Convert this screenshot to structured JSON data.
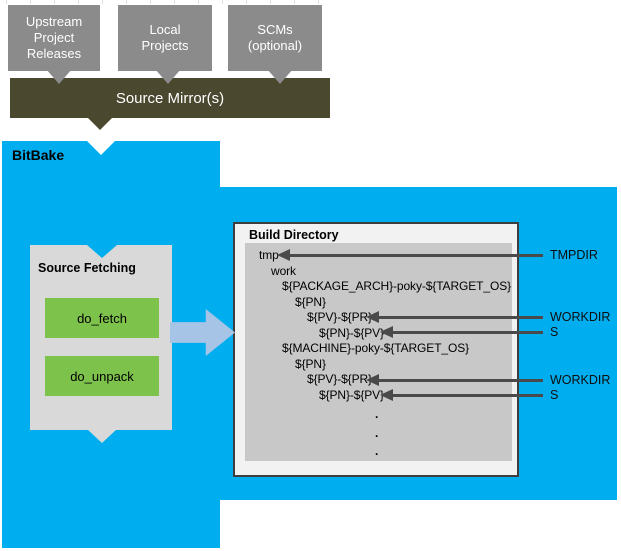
{
  "colors": {
    "cyan": "#00aeef",
    "dark_olive": "#4a4930",
    "source_box_gray": "#8b8b8b",
    "fetching_box_gray": "#d9d9d9",
    "panel_gray": "#c8c8c8",
    "task_green": "#7dc24b",
    "flow_arrow_blue": "#a6c4e6",
    "pointer_arrow_gray": "#4a4a4a"
  },
  "sources": {
    "upstream": "Upstream\nProject\nReleases",
    "local": "Local\nProjects",
    "scms": "SCMs\n(optional)"
  },
  "mirror": {
    "label": "Source Mirror(s)"
  },
  "bitbake": {
    "label": "BitBake"
  },
  "source_fetching": {
    "title": "Source Fetching",
    "tasks": [
      "do_fetch",
      "do_unpack"
    ]
  },
  "build_directory": {
    "title": "Build Directory",
    "tree": [
      {
        "text": "tmp",
        "level": 0
      },
      {
        "text": "work",
        "level": 1
      },
      {
        "text": "${PACKAGE_ARCH}-poky-${TARGET_OS}",
        "level": 2
      },
      {
        "text": "${PN}",
        "level": 3
      },
      {
        "text": "${PV}-${PR}",
        "level": 4
      },
      {
        "text": "${PN}-${PV}",
        "level": 5
      },
      {
        "text": "${MACHINE}-poky-${TARGET_OS}",
        "level": 2
      },
      {
        "text": "${PN}",
        "level": 3
      },
      {
        "text": "${PV}-${PR}",
        "level": 4
      },
      {
        "text": "${PN}-${PV}",
        "level": 5
      },
      {
        "text": ".",
        "dot": true
      },
      {
        "text": ".",
        "dot": true
      },
      {
        "text": ".",
        "dot": true
      }
    ]
  },
  "pointers": [
    {
      "label": "TMPDIR"
    },
    {
      "label": "WORKDIR"
    },
    {
      "label": "S"
    },
    {
      "label": "WORKDIR"
    },
    {
      "label": "S"
    }
  ]
}
